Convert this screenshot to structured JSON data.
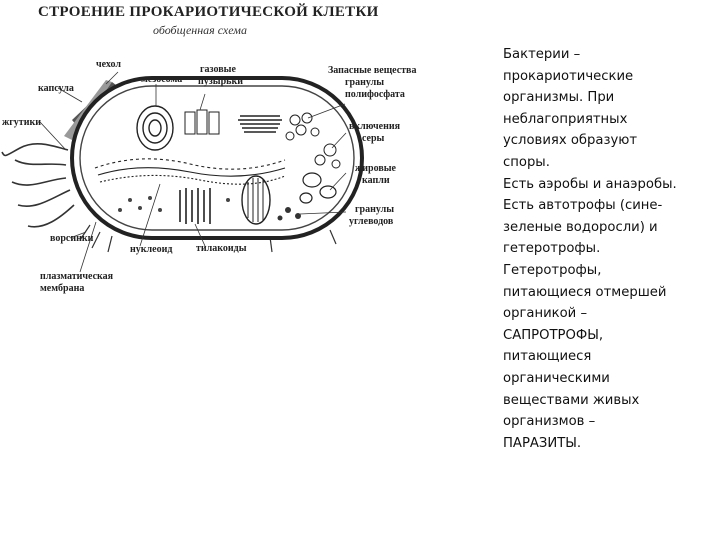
{
  "diagram": {
    "title": "СТРОЕНИЕ ПРОКАРИОТИЧЕСКОЙ КЛЕТКИ",
    "subtitle": "обобщенная схема",
    "labels": {
      "chehol": "чехол",
      "mezosoma": "мезосома",
      "gazovye": "газовые",
      "puzyrki": "пузырьки",
      "zapasnye": "Запасные вещества",
      "granuly": "гранулы",
      "polifosfata": "полифосфата",
      "kapsula": "капсула",
      "zhgutiki": "жгутики",
      "vklyucheniya": "включения",
      "sery": "серы",
      "zhirovye": "жировые",
      "kapli": "капли",
      "granuly2": "гранулы",
      "uglevodov": "углеводов",
      "vorsinki": "ворсинки",
      "nukleoid": "нуклеоид",
      "tilakoidy": "тилакоиды",
      "plazmaticheskaya": "плазматическая",
      "membrana": "мембрана"
    }
  },
  "text": {
    "lines": [
      "Бактерии –",
      "прокариотические",
      "организмы. При",
      "неблагоприятных",
      "условиях образуют",
      "споры.",
      "Есть аэробы и анаэробы.",
      "Есть автотрофы (сине-",
      "зеленые водоросли) и",
      "гетеротрофы.",
      "Гетеротрофы,",
      "питающиеся отмершей",
      "органикой –",
      "САПРОТРОФЫ,",
      "питающиеся",
      "органическими",
      "веществами живых",
      "организмов –",
      "ПАРАЗИТЫ."
    ]
  }
}
